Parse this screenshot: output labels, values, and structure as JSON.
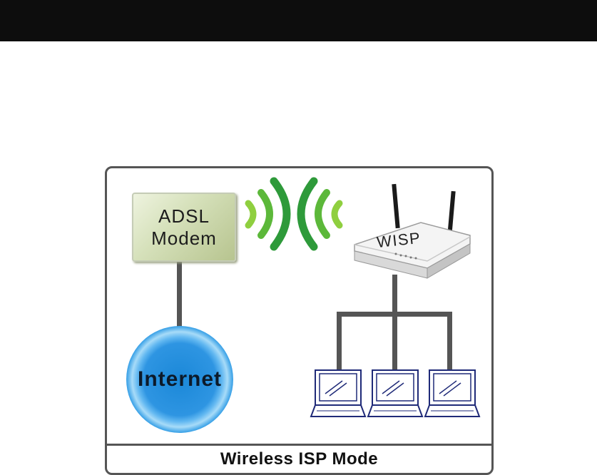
{
  "diagram": {
    "caption": "Wireless ISP Mode",
    "modem": {
      "line1": "ADSL",
      "line2": "Modem"
    },
    "internet": {
      "label": "Internet"
    },
    "router": {
      "label": "WISP"
    },
    "clients": {
      "count": 3
    },
    "colors": {
      "signal_green": "#3aa83a",
      "signal_light_green": "#8fcf3f",
      "line_gray": "#555555",
      "globe_blue": "#1b88d8",
      "top_bar": "#0d0d0d"
    }
  }
}
